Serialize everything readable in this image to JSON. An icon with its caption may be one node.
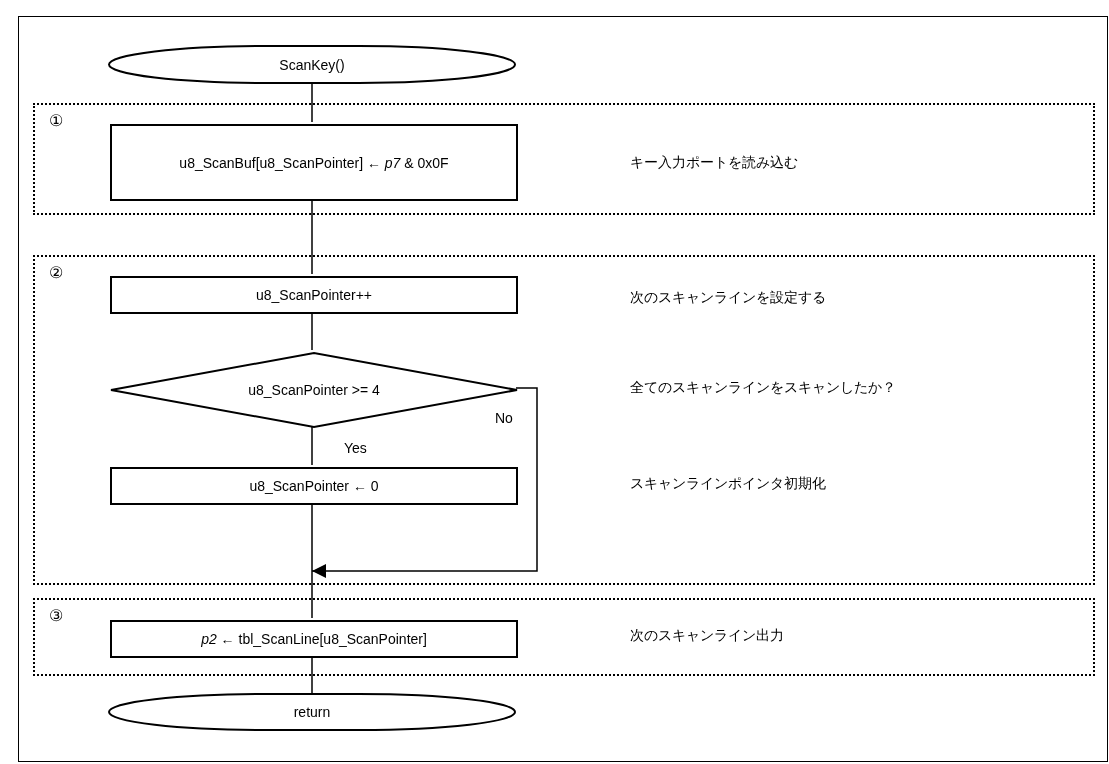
{
  "diagram": {
    "nodes": [
      {
        "text": [
          "ScanKey()"
        ]
      },
      {
        "text": [
          "①"
        ]
      },
      {
        "text": [
          "u8_ScanBuf[u8_ScanPointer] ← *p7* & 0x0F"
        ],
        "in": 1
      },
      {
        "text": [
          "②"
        ]
      },
      {
        "text": [
          "u8_ScanPointer++"
        ],
        "in": 3
      },
      {
        "text": [
          "u8_ScanPointer >= 4"
        ],
        "in": 3
      },
      {
        "text": [
          "u8_ScanPointer ← 0"
        ],
        "in": 3
      },
      {
        "text": [
          "③"
        ]
      },
      {
        "text": [
          "*p2* ← tbl_ScanLine[u8_ScanPointer]"
        ],
        "in": 7
      },
      {
        "text": [
          "return"
        ]
      }
    ],
    "edges": [
      {
        "from": 0,
        "to": 2,
        "arrow": "none"
      },
      {
        "from": 2,
        "to": 4,
        "arrow": "none"
      },
      {
        "from": 4,
        "to": 5,
        "arrow": "none"
      },
      {
        "from": 5,
        "to": 6,
        "arrow": "none",
        "label": "Yes"
      },
      {
        "from": 5,
        "to": 8,
        "arrow": "to",
        "label": "No"
      },
      {
        "from": 6,
        "to": 8,
        "arrow": "none"
      },
      {
        "from": 8,
        "to": 9,
        "arrow": "none"
      }
    ],
    "labels": [
      "キー入力ポートを読み込む",
      "次のスキャンラインを設定する",
      "全てのスキャンラインをスキャンしたか？",
      "スキャンラインポインタ初期化",
      "次のスキャンライン出力"
    ]
  }
}
